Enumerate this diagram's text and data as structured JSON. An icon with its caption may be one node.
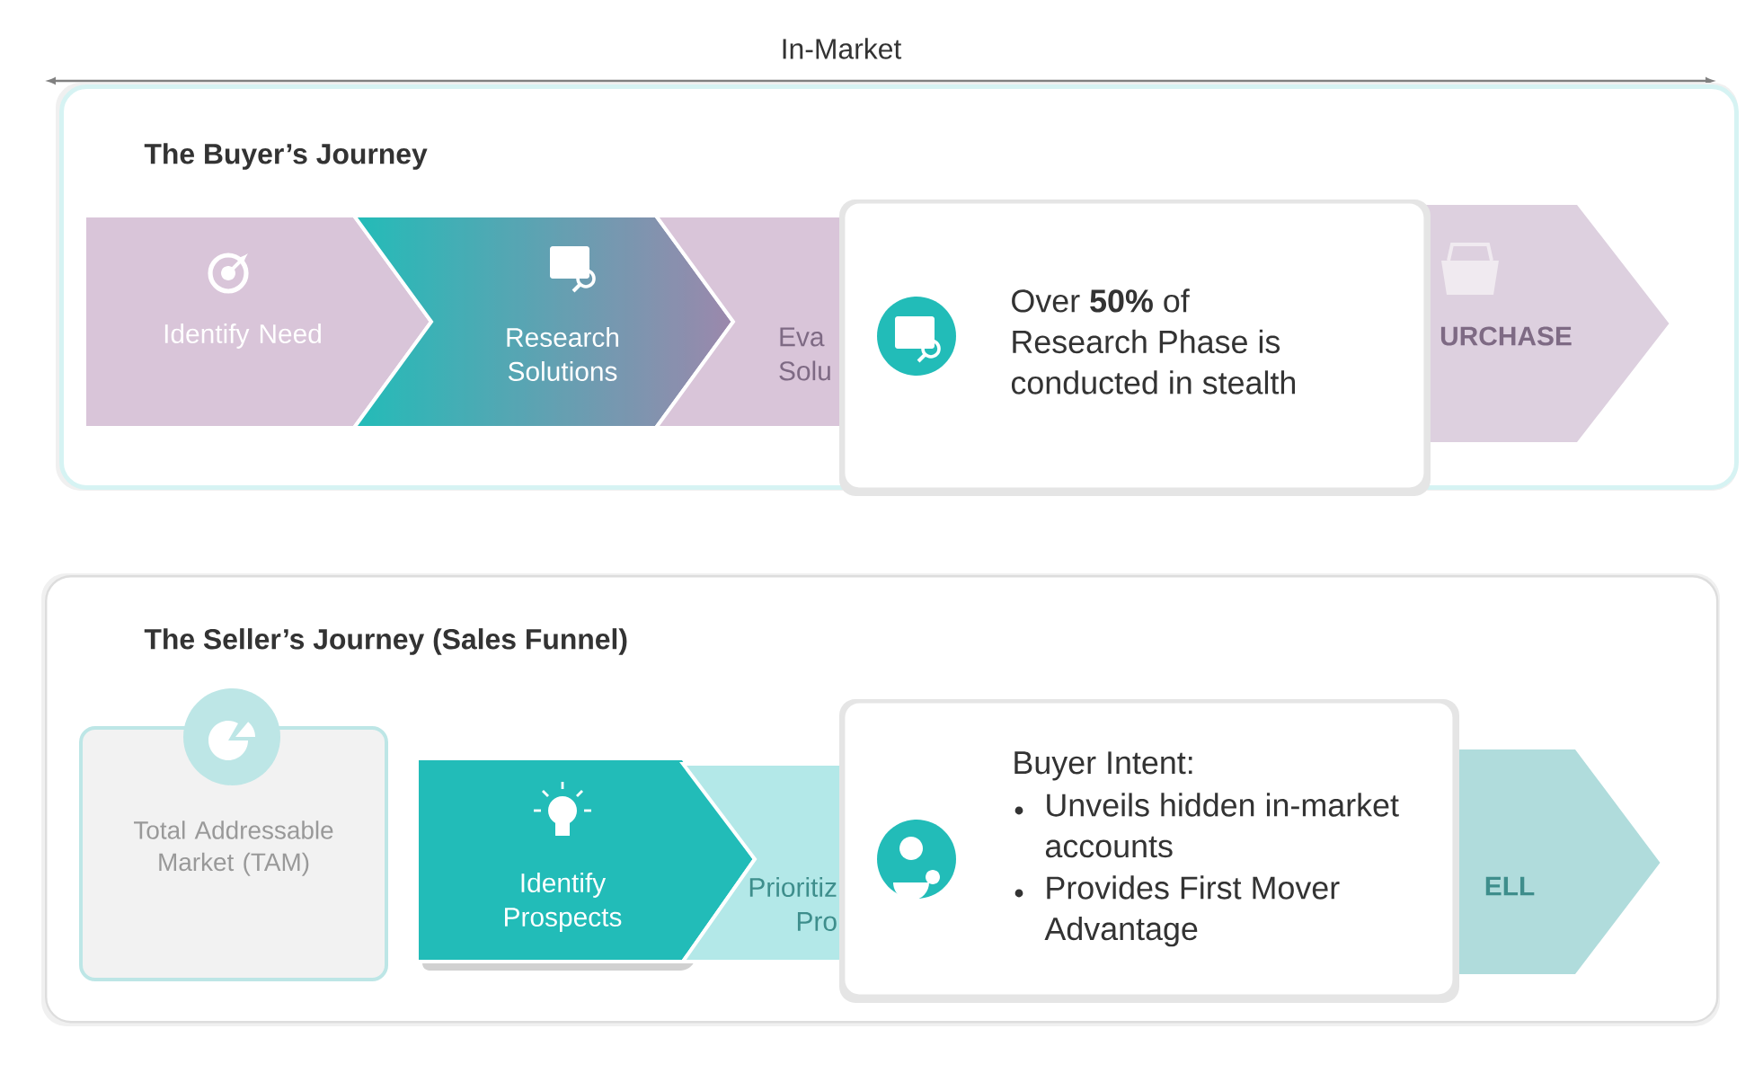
{
  "diagram": {
    "nodes": [
      {
        "text": [
          "The Buyer’s Journey"
        ]
      },
      {
        "text": [
          "Identify Need"
        ],
        "in": 0
      },
      {
        "text": [
          "Research Solutions"
        ],
        "in": 0
      },
      {
        "text": [
          "Eva Solu"
        ],
        "in": 0
      },
      {
        "text": [
          "URCHASE"
        ],
        "in": 0
      },
      {
        "text": [
          "Over **50%** of Research Phase is conducted in stealth"
        ],
        "in": 0
      },
      {
        "text": [
          "The Seller’s Journey (Sales Funnel)"
        ]
      },
      {
        "text": [
          "Total Addressable Market (TAM)"
        ],
        "in": 6
      },
      {
        "text": [
          "Identify Prospects"
        ],
        "in": 6
      },
      {
        "text": [
          "Prioritiz Pro"
        ],
        "in": 6
      },
      {
        "text": [
          "ELL"
        ],
        "in": 6
      },
      {
        "text": [
          "Buyer Intent:",
          "Unveils hidden in-market accounts",
          "Provides First Mover Advantage"
        ],
        "in": 6
      }
    ],
    "labels": [
      "In-Market"
    ]
  }
}
